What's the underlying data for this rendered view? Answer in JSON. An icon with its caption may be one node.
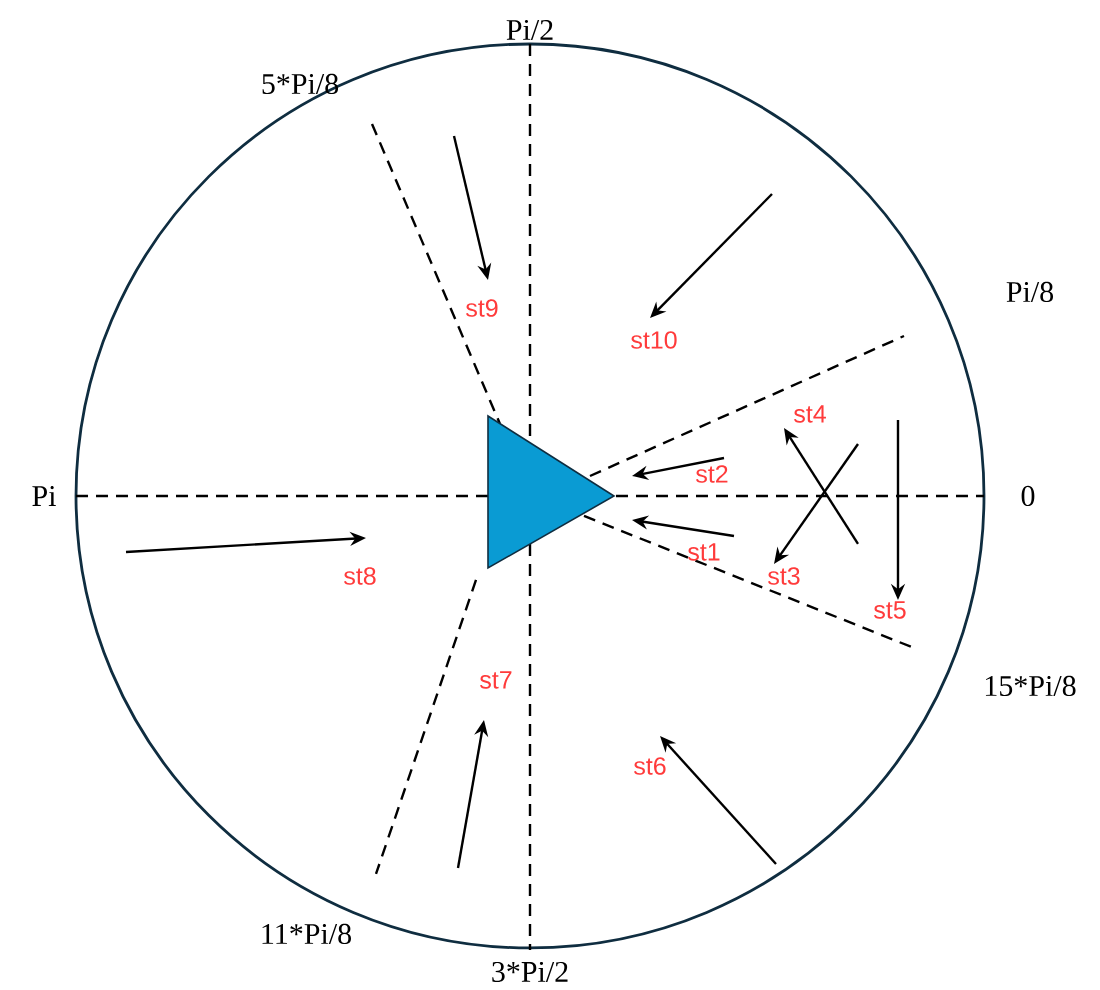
{
  "diagram": {
    "nodes": [
      {
        "text": [],
        "shape": "triangle"
      }
    ],
    "labels": [
      "Pi/2",
      "5*Pi/8",
      "Pi/8",
      "Pi",
      "0",
      "15*Pi/8",
      "11*Pi/8",
      "3*Pi/2",
      "st9",
      "st10",
      "st4",
      "st2",
      "st1",
      "st3",
      "st5",
      "st8",
      "st7",
      "st6"
    ]
  }
}
